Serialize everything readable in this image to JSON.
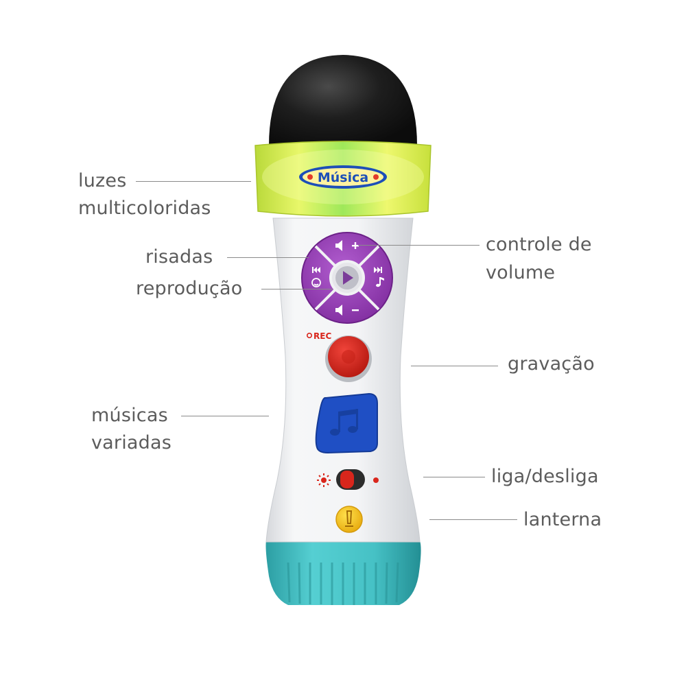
{
  "toy": {
    "badge_text": "Música",
    "rec_text": "REC"
  },
  "callouts": {
    "luzes_line1": "luzes",
    "luzes_line2": "multicoloridas",
    "risadas": "risadas",
    "reproducao": "reprodução",
    "volume_line1": "controle de",
    "volume_line2": "volume",
    "gravacao": "gravação",
    "musicas_line1": "músicas",
    "musicas_line2": "variadas",
    "liga": "liga/desliga",
    "lanterna": "lanterna"
  },
  "colors": {
    "label_text": "#5c5c5c",
    "leader_line": "#8a8a8a",
    "dome": "#1c1c1c",
    "light_ring": "#d9f04a",
    "body": "#f1f2f4",
    "dpad": "#9b3fb8",
    "rec_button": "#d9261c",
    "music_button": "#1f4fc4",
    "switch": "#d9261c",
    "lantern_button": "#f7c518",
    "base": "#3fbcc0"
  }
}
